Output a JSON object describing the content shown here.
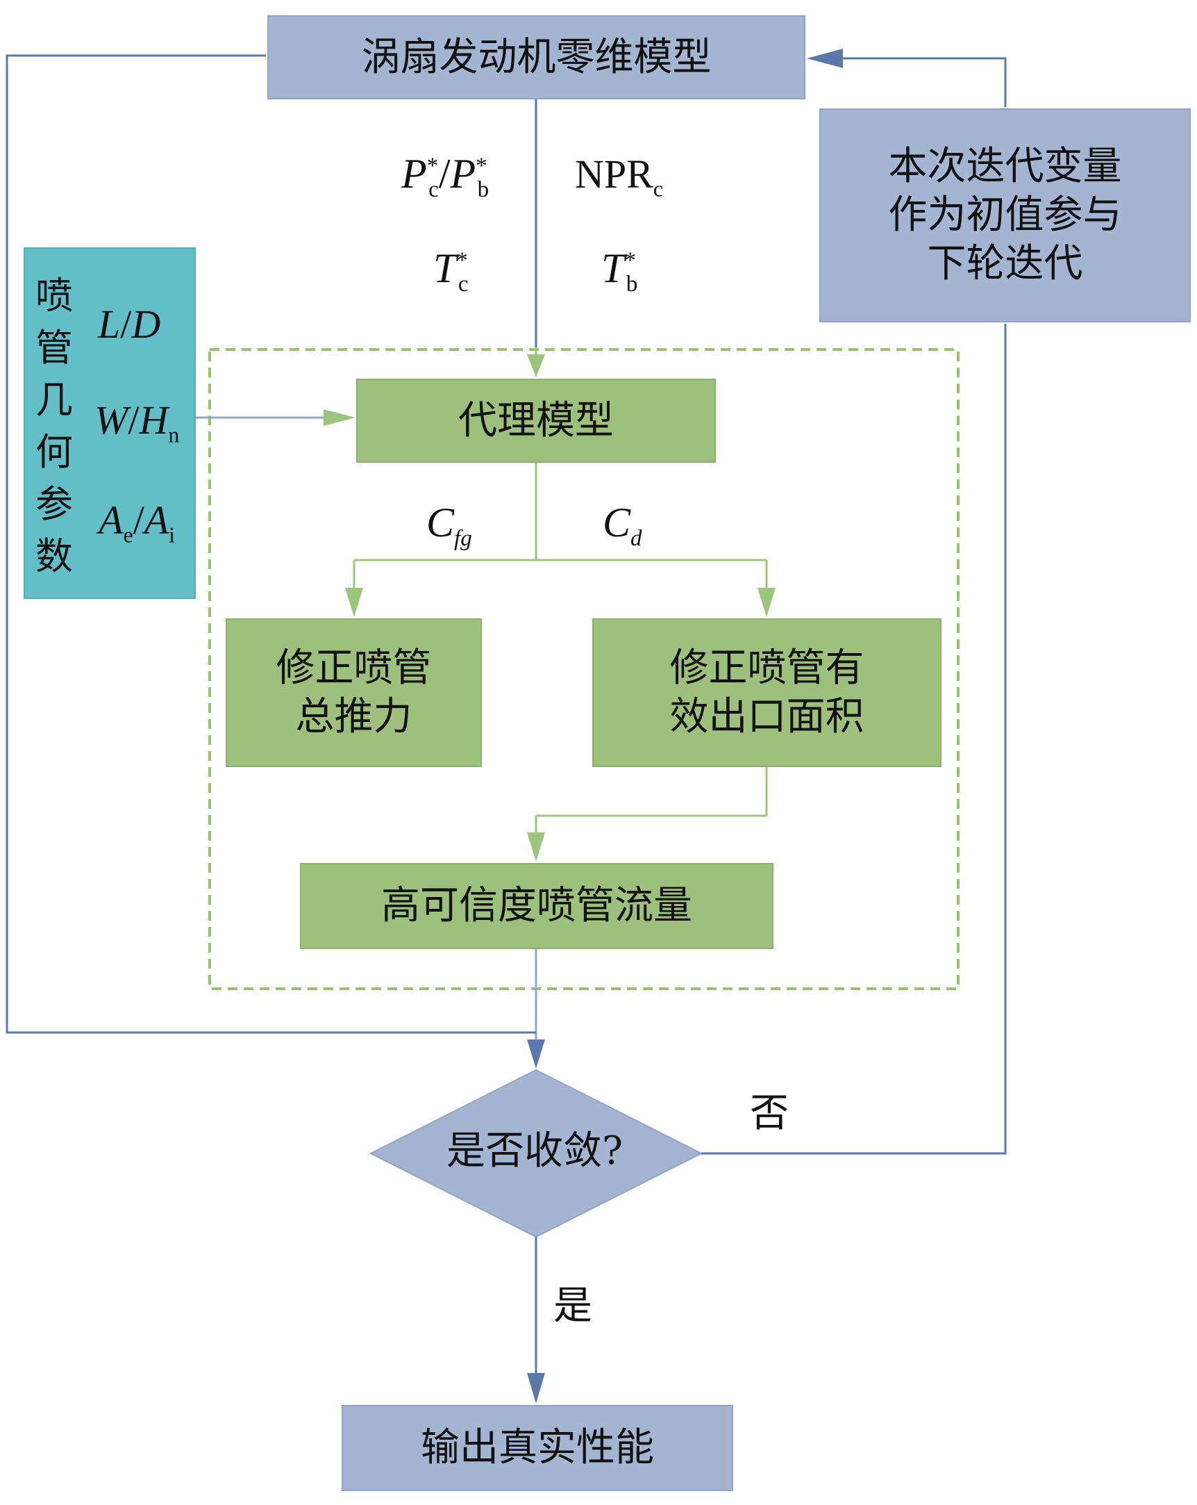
{
  "boxes": {
    "engine_model": "涡扇发动机零维模型",
    "iteration_vars": "本次迭代变量\n作为初值参与\n下轮迭代",
    "surrogate_model": "代理模型",
    "corrected_thrust": "修正喷管\n总推力",
    "corrected_area": "修正喷管有\n效出口面积",
    "nozzle_flow": "高可信度喷管流量",
    "converged_question": "是否收敛?",
    "output": "输出真实性能"
  },
  "geometry_params": {
    "title_chars": [
      "喷",
      "管",
      "几",
      "何",
      "参",
      "数"
    ]
  },
  "flow_labels": {
    "yes": "是",
    "no": "否"
  },
  "colors": {
    "blue_box": "#a3b5d1",
    "green_box": "#9dc07d",
    "teal_box": "#63bfc7",
    "blue_line": "#5a78aa",
    "green_line": "#9cc47c",
    "dashed_border": "#96c46e"
  }
}
